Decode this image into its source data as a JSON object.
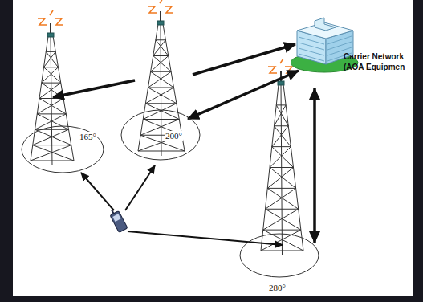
{
  "diagram": {
    "nodes": [
      {
        "text": [
          "165°"
        ]
      },
      {
        "text": [
          "200°"
        ]
      },
      {
        "text": [
          "280°"
        ]
      },
      {
        "text": [
          "Carrier Network (AOA Equipmen"
        ]
      }
    ],
    "edges": [
      {
        "from": 1,
        "to": 3,
        "arrow": "to"
      },
      {
        "from": 1,
        "to": 0,
        "arrow": "to"
      },
      {
        "from": 3,
        "to": 1,
        "arrow": "both"
      },
      {
        "from": 3,
        "to": 2,
        "arrow": "both"
      }
    ]
  }
}
